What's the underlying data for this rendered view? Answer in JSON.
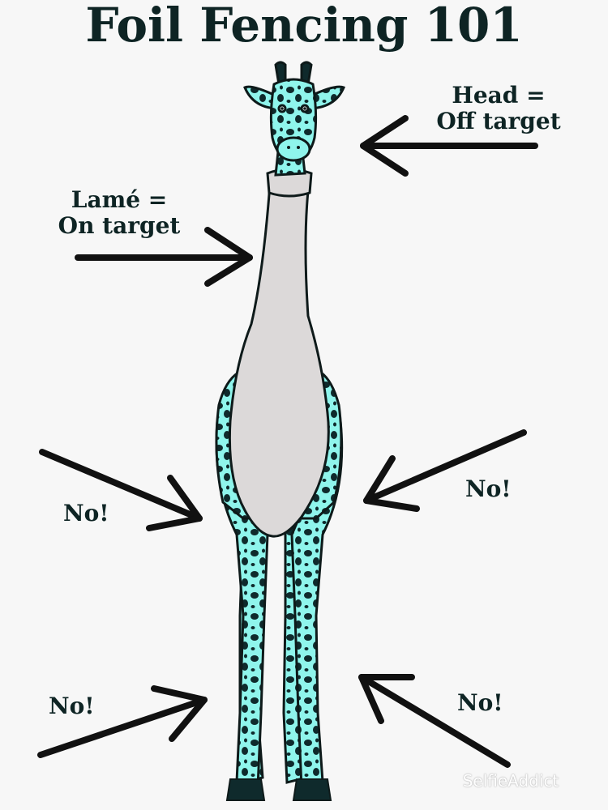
{
  "title": "Foil Fencing 101",
  "labels": {
    "head": [
      "Head =",
      "Off target"
    ],
    "lame": [
      "Lamé =",
      "On target"
    ],
    "no_upper_left": "No!",
    "no_upper_right": "No!",
    "no_lower_left": "No!",
    "no_lower_right": "No!"
  },
  "watermark": "SelfieAddict",
  "colors": {
    "background": "#f7f7f7",
    "text": "#0e2424",
    "giraffe_body": "#8ff5ec",
    "giraffe_spots": "#0f2a2c",
    "lame_suit": "#dcd9d9",
    "arrow": "#111111"
  }
}
